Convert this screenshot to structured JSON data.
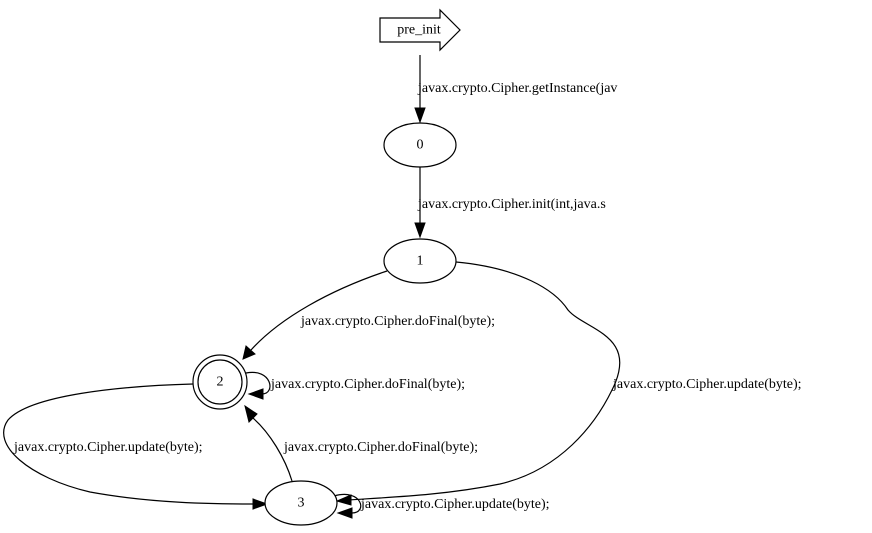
{
  "nodes": {
    "pre_init": "pre_init",
    "n0": "0",
    "n1": "1",
    "n2": "2",
    "n3": "3"
  },
  "edges": {
    "pre_to_0": "javax.crypto.Cipher.getInstance(jav",
    "e0_to_1": "javax.crypto.Cipher.init(int,java.s",
    "e1_to_2": "javax.crypto.Cipher.doFinal(byte);",
    "e2_to_2": "javax.crypto.Cipher.doFinal(byte);",
    "e1_to_3": "javax.crypto.Cipher.update(byte);",
    "e2_to_3": "javax.crypto.Cipher.update(byte);",
    "e3_to_2": "javax.crypto.Cipher.doFinal(byte);",
    "e3_to_3": "javax.crypto.Cipher.update(byte);"
  },
  "colors": {
    "stroke": "#000000",
    "fill": "#ffffff",
    "background": "#ffffff"
  }
}
